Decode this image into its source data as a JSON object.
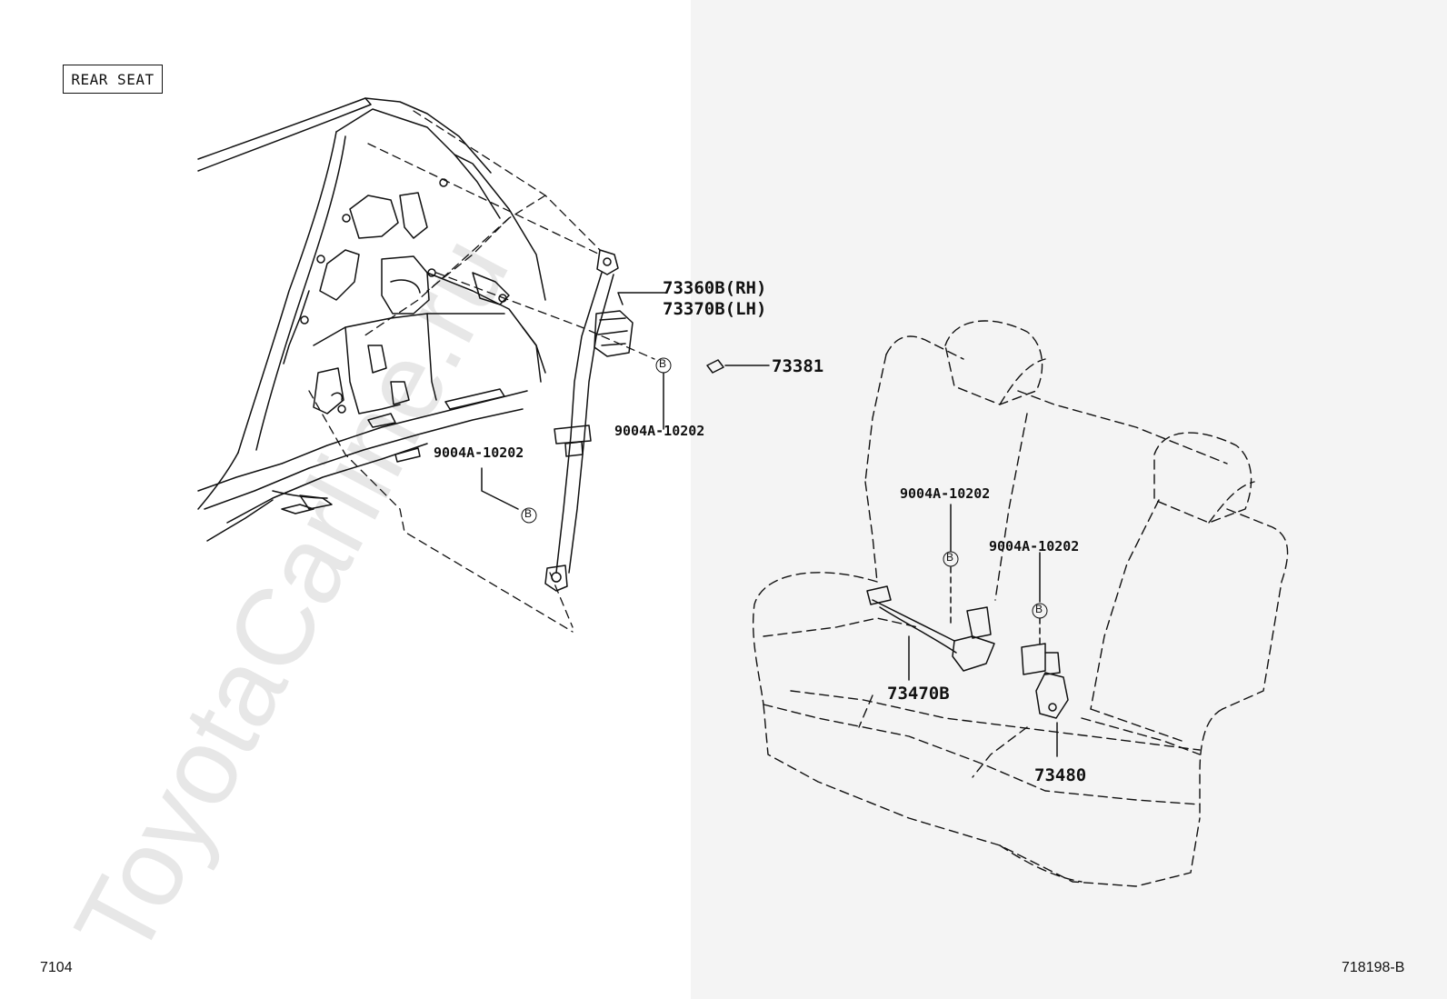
{
  "section_label": "REAR SEAT",
  "watermark": "ToyotaCarline.ru",
  "page_number": "7104",
  "figure_number": "718198-B",
  "fastener_symbol": "B",
  "parts": {
    "retractor_rh": "73360B(RH)",
    "retractor_lh": "73370B(LH)",
    "cover": "73381",
    "bolt_upper": "9004A-10202",
    "bolt_lower": "9004A-10202",
    "bolt_seat_left": "9004A-10202",
    "bolt_seat_right": "9004A-10202",
    "seat_belt_center": "73470B",
    "buckle": "73480"
  }
}
